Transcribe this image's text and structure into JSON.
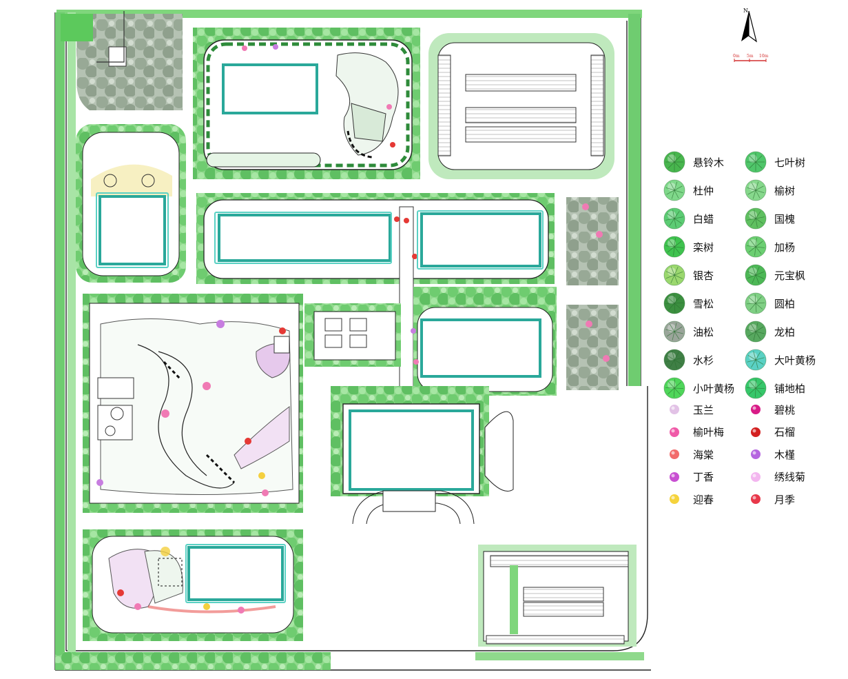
{
  "compass": {
    "letter": "N"
  },
  "scale": {
    "labels": [
      "0m",
      "5m",
      "10m"
    ],
    "color": "#d32f2f"
  },
  "palette": {
    "tree_green": "#5cc95c",
    "tree_dark": "#2e8b3a",
    "tree_light": "#a8e4a8",
    "grey_pine": "#9aa59a",
    "teal_hedge": "#5ad1c4",
    "pink_flower": "#f07ab4",
    "red_flower": "#e53935",
    "purple_flower": "#c77de0",
    "yellow_flower": "#f4d03f",
    "building_fill": "#ffffff",
    "path_line": "#222222"
  },
  "legend": {
    "left": [
      {
        "label": "悬铃木",
        "icon": "plane-tree-icon",
        "color": "#48b64e"
      },
      {
        "label": "杜仲",
        "icon": "eucommia-icon",
        "color": "#7fd88a"
      },
      {
        "label": "白蜡",
        "icon": "ash-tree-icon",
        "color": "#5ccc74"
      },
      {
        "label": "栾树",
        "icon": "goldenrain-tree-icon",
        "color": "#3fc34f"
      },
      {
        "label": "银杏",
        "icon": "ginkgo-icon",
        "color": "#9bd86e"
      },
      {
        "label": "雪松",
        "icon": "cedar-icon",
        "color": "#3b8f3f"
      },
      {
        "label": "油松",
        "icon": "chinese-pine-icon",
        "color": "#9aa59a"
      },
      {
        "label": "水杉",
        "icon": "dawn-redwood-icon",
        "color": "#3f7f45"
      },
      {
        "label": "小叶黄杨",
        "icon": "small-boxwood-icon",
        "color": "#4fd65a"
      },
      {
        "label": "玉兰",
        "icon": "magnolia-icon",
        "color": "#e2c2e6"
      },
      {
        "label": "榆叶梅",
        "icon": "flowering-plum-icon",
        "color": "#f05aa8"
      },
      {
        "label": "海棠",
        "icon": "crabapple-icon",
        "color": "#f26b6b"
      },
      {
        "label": "丁香",
        "icon": "lilac-icon",
        "color": "#c84fd2"
      },
      {
        "label": "迎春",
        "icon": "winter-jasmine-icon",
        "color": "#f5d33c"
      }
    ],
    "right": [
      {
        "label": "七叶树",
        "icon": "horse-chestnut-icon",
        "color": "#4fc66a"
      },
      {
        "label": "榆树",
        "icon": "elm-icon",
        "color": "#86d88c"
      },
      {
        "label": "国槐",
        "icon": "pagoda-tree-icon",
        "color": "#5fc060"
      },
      {
        "label": "加杨",
        "icon": "canadian-poplar-icon",
        "color": "#6ccf72"
      },
      {
        "label": "元宝枫",
        "icon": "maple-icon",
        "color": "#4db856"
      },
      {
        "label": "圆柏",
        "icon": "juniper-icon",
        "color": "#7fcf84"
      },
      {
        "label": "龙柏",
        "icon": "dragon-juniper-icon",
        "color": "#57a85f"
      },
      {
        "label": "大叶黄杨",
        "icon": "large-boxwood-icon",
        "color": "#5ad1c4"
      },
      {
        "label": "铺地柏",
        "icon": "creeping-juniper-icon",
        "color": "#36c76a"
      },
      {
        "label": "碧桃",
        "icon": "flowering-peach-icon",
        "color": "#d81b87"
      },
      {
        "label": "石榴",
        "icon": "pomegranate-icon",
        "color": "#d32020"
      },
      {
        "label": "木槿",
        "icon": "hibiscus-icon",
        "color": "#b565e0"
      },
      {
        "label": "绣线菊",
        "icon": "spiraea-icon",
        "color": "#f3b6ef"
      },
      {
        "label": "月季",
        "icon": "rose-icon",
        "color": "#e8384a"
      }
    ]
  }
}
